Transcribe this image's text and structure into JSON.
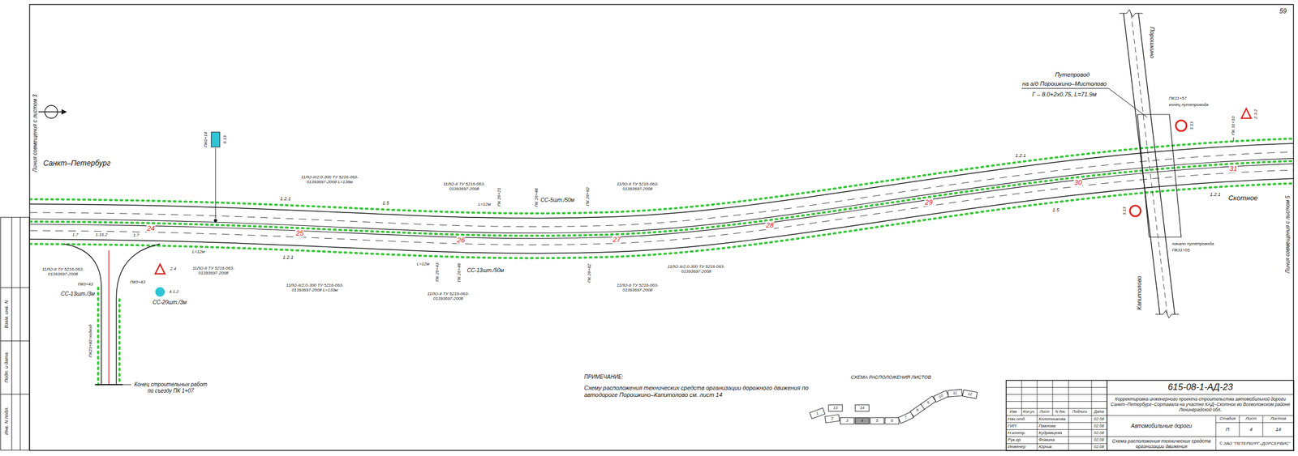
{
  "diagram": {
    "labels": [
      "59",
      "Линия совмещения с листом 3",
      "Инв. N подл.",
      "Подп. и дата",
      "Взам. инв. N",
      "Санкт–Петербург",
      "Линия совмещения с листом 5",
      "Скотное",
      "Путепровод",
      "на а/д Порошкино–Мистолово",
      "Г – 8.0+2x0.75, L=71.9м",
      "Порошкино",
      "Капитолово",
      "ПК31+57",
      "конец путепровода",
      "начало путепровода",
      "ПК31+05",
      "3.13",
      "3.13",
      "ПК 31+10",
      "2.3.2",
      "24",
      "25",
      "26",
      "27",
      "28",
      "29",
      "30",
      "31",
      "1.2.1",
      "1.2.1",
      "1.2.1",
      "1.2.1",
      "1.5",
      "1.5",
      "1.7",
      "1.16.2",
      "1.7",
      "11ЛО-II/2,0-300 ТУ 5216-063-01393697-2008 L=136м",
      "11ЛО-II ТУ 5216-063-01393697-2008",
      "11ЛО-II ТУ 5216-063-01393697-2008",
      "11ЛО-II/2,0-300 ТУ 5216-063-01393697-2008 L=133м",
      "11ЛО-II ТУ 5216-063-01393697-2008",
      "11ЛО-II/2,0-300 ТУ 5216-063-01393697-2008",
      "11ЛО-II ТУ 5216-063-01393697-2008",
      "11ЛО-II ТУ 5216-063-01393697-2008",
      "11ЛО-II ТУ 5216-063-01393697-2008",
      "СС-5шт./50м",
      "СС-13шт./50м",
      "СС-13шт./3м",
      "СС-20шт./3м",
      "L=12м",
      "L=12м",
      "L=12м",
      "ПК 26+21",
      "ПК 26+48",
      "ПК 26+82",
      "ПК 26+43",
      "ПК 26+48",
      "ПК 26+82",
      "ПК0+14",
      "6.13",
      "ПК0+43",
      "ПК0+43",
      "2.4",
      "4.1.2",
      "ПК23+80 подход",
      "Конец строительных работ по съезду ПК 1+07",
      "ПРИМЕЧАНИЕ:",
      "Схему расположения технических средств организации дорожного движения по автодороге Порошкино–Капитолово см. лист 14",
      "СХЕМА РАСПОЛОЖЕНИЯ ЛИСТОВ",
      "1",
      "2",
      "3",
      "4",
      "5",
      "6",
      "7",
      "8",
      "9",
      "10",
      "11",
      "12",
      "13",
      "14",
      "615-08-1-АД-23",
      "Корректировка инженерного проекта строительства автомобильной дороги Санкт–Петербург–Сортавала на участке КАД–Скотное во Всеволожском районе Ленинградской обл.",
      "Автомобильные дороги",
      "Стадия",
      "Лист",
      "Листов",
      "П",
      "4",
      "14",
      "Схема расположения технических средств организации движения",
      "© ЗАО \"ПЕТЕРБУРГ–ДОРСЕРВИС\"",
      "Изм.",
      "Кол.уч.",
      "Лист",
      "N док.",
      "Подпись",
      "Дата",
      "Нач.отд.",
      "Колотникова",
      "02.08",
      "ГИП",
      "Павлова",
      "02.08",
      "Н.контр.",
      "Кудрявцева",
      "02.08",
      "Рук.гр.",
      "Фомина",
      "02.08",
      "Инженер",
      "Юрчик",
      "02.08"
    ]
  }
}
